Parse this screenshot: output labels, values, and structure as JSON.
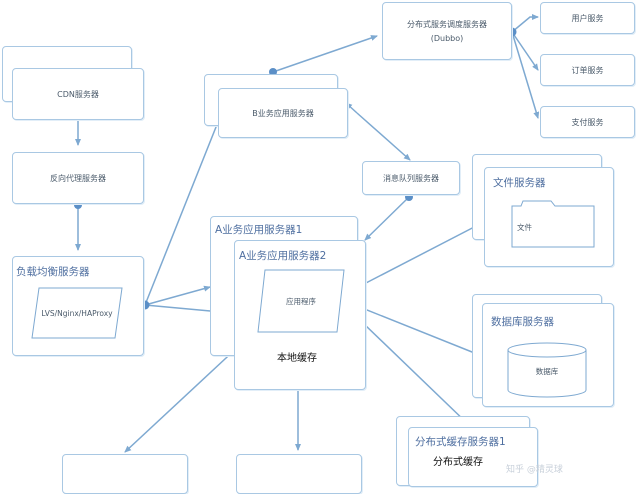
{
  "nodes": {
    "cdn": "CDN服务器",
    "reverse_proxy": "反向代理服务器",
    "load_balancer": "负载均衡服务器",
    "lb_software": "LVS/Nginx/HAProxy",
    "b_app": "B业务应用服务器",
    "dubbo_title": "分布式服务调度服务器",
    "dubbo_sub": "(Dubbo)",
    "user_service": "用户服务",
    "order_service": "订单服务",
    "payment_service": "支付服务",
    "mq": "消息队列服务器",
    "file_server": "文件服务器",
    "file_label": "文件",
    "db_server": "数据库服务器",
    "db_label": "数据库",
    "a_app_1": "A业务应用服务器1",
    "a_app_2": "A业务应用服务器2",
    "app_program": "应用程序",
    "local_cache": "本地缓存",
    "dist_cache_1": "分布式缓存服务器1",
    "dist_cache": "分布式缓存"
  },
  "watermark": "知乎 @精灵球",
  "colors": {
    "line": "#7ea9d1",
    "dot": "#5b8fc7",
    "border": "#a9c8e3",
    "title": "#4f6fa0"
  }
}
